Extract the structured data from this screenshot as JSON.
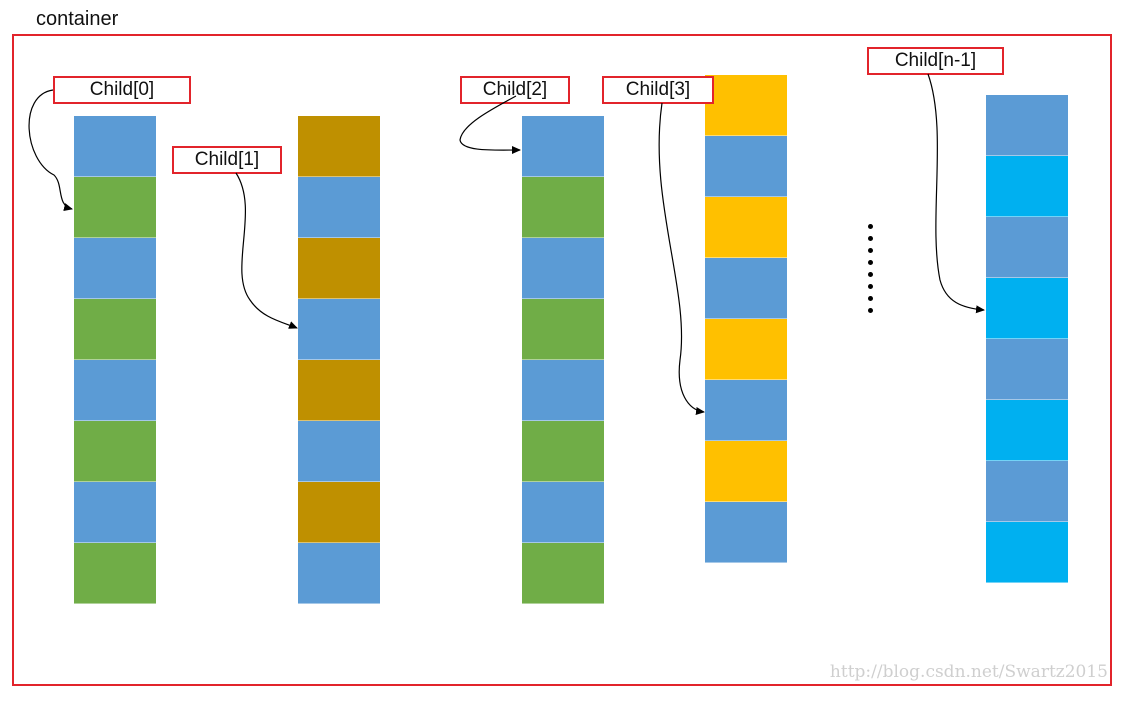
{
  "container_label": "container",
  "children": [
    {
      "label": "Child[0]",
      "colors": [
        "#5b9bd5",
        "#70ad47",
        "#5b9bd5",
        "#70ad47",
        "#5b9bd5",
        "#70ad47",
        "#5b9bd5",
        "#70ad47"
      ]
    },
    {
      "label": "Child[1]",
      "colors": [
        "#bf9000",
        "#5b9bd5",
        "#bf9000",
        "#5b9bd5",
        "#bf9000",
        "#5b9bd5",
        "#bf9000",
        "#5b9bd5"
      ]
    },
    {
      "label": "Child[2]",
      "colors": [
        "#5b9bd5",
        "#70ad47",
        "#5b9bd5",
        "#70ad47",
        "#5b9bd5",
        "#70ad47",
        "#5b9bd5",
        "#70ad47"
      ]
    },
    {
      "label": "Child[3]",
      "colors": [
        "#ffc000",
        "#5b9bd5",
        "#ffc000",
        "#5b9bd5",
        "#ffc000",
        "#5b9bd5",
        "#ffc000",
        "#5b9bd5"
      ]
    },
    {
      "label": "Child[n-1]",
      "colors": [
        "#5b9bd5",
        "#00b0f0",
        "#5b9bd5",
        "#00b0f0",
        "#5b9bd5",
        "#00b0f0",
        "#5b9bd5",
        "#00b0f0"
      ]
    }
  ],
  "watermark": "http://blog.csdn.net/Swartz2015",
  "colors": {
    "frame": "#e2242b",
    "arrow": "#000000"
  }
}
